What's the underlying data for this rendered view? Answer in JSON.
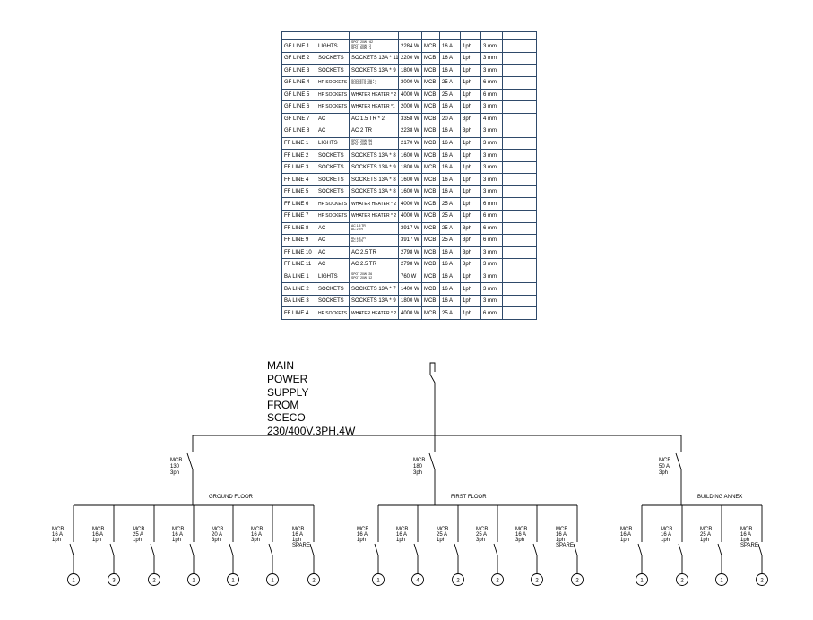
{
  "schedule": {
    "rows": [
      [
        "GF LINE 1",
        "LIGHTS",
        "SPOT 20W * 62\nSPOT 20W * 2\nSPOT 60W * 1",
        "2284 W",
        "MCB",
        "16 A",
        "1ph",
        "3 mm"
      ],
      [
        "GF LINE 2",
        "SOCKETS",
        "SOCKETS 13A * 11",
        "2200 W",
        "MCB",
        "16 A",
        "1ph",
        "3 mm"
      ],
      [
        "GF LINE 3",
        "SOCKETS",
        "SOCKETS 13A * 9",
        "1800 W",
        "MCB",
        "16 A",
        "1ph",
        "3 mm"
      ],
      [
        "GF LINE 4",
        "HP SOCKETS",
        "SOCKETS 13A * 4\nSOCKETS 20A * 2",
        "3000 W",
        "MCB",
        "25 A",
        "1ph",
        "6 mm"
      ],
      [
        "GF LINE 5",
        "HP SOCKETS",
        "WHATER HEATER * 2",
        "4000 W",
        "MCB",
        "25 A",
        "1ph",
        "6 mm"
      ],
      [
        "GF LINE 6",
        "HP SOCKETS",
        "WHATER HEATER *1",
        "2000 W",
        "MCB",
        "16 A",
        "1ph",
        "3 mm"
      ],
      [
        "GF LINE 7",
        "AC",
        "AC 1.5 TR * 2",
        "3358 W",
        "MCB",
        "20 A",
        "3ph",
        "4 mm"
      ],
      [
        "GF LINE 8",
        "AC",
        "AC 2 TR",
        "2238 W",
        "MCB",
        "16 A",
        "3ph",
        "3 mm"
      ],
      [
        "FF LINE 1",
        "LIGHTS",
        "SPOT 20W *96\nSPOT 20W *14",
        "2170 W",
        "MCB",
        "16 A",
        "1ph",
        "3 mm"
      ],
      [
        "FF LINE 2",
        "SOCKETS",
        "SOCKETS 13A * 8",
        "1600 W",
        "MCB",
        "16 A",
        "1ph",
        "3 mm"
      ],
      [
        "FF LINE 3",
        "SOCKETS",
        "SOCKETS 13A * 9",
        "1800 W",
        "MCB",
        "16 A",
        "1ph",
        "3 mm"
      ],
      [
        "FF LINE 4",
        "SOCKETS",
        "SOCKETS 13A * 8",
        "1600 W",
        "MCB",
        "16 A",
        "1ph",
        "3 mm"
      ],
      [
        "FF LINE 5",
        "SOCKETS",
        "SOCKETS 13A * 8",
        "1600 W",
        "MCB",
        "16 A",
        "1ph",
        "3 mm"
      ],
      [
        "FF LINE 6",
        "HP SOCKETS",
        "WHATER HEATER * 2",
        "4000 W",
        "MCB",
        "25 A",
        "1ph",
        "6 mm"
      ],
      [
        "FF LINE 7",
        "HP SOCKETS",
        "WHATER HEATER * 2",
        "4000 W",
        "MCB",
        "25 A",
        "1ph",
        "6 mm"
      ],
      [
        "FF LINE 8",
        "AC",
        "AC 1.5 TR\nAC 2 TR",
        "3917 W",
        "MCB",
        "25 A",
        "3ph",
        "6 mm"
      ],
      [
        "FF LINE 9",
        "AC",
        "AC 1.5 TR\nAC 2 TR",
        "3917 W",
        "MCB",
        "25 A",
        "3ph",
        "6 mm"
      ],
      [
        "FF LINE 10",
        "AC",
        "AC 2.5 TR",
        "2798 W",
        "MCB",
        "16 A",
        "3ph",
        "3 mm"
      ],
      [
        "FF LINE 11",
        "AC",
        "AC 2.5 TR",
        "2798 W",
        "MCB",
        "16 A",
        "3ph",
        "3 mm"
      ],
      [
        "BA LINE 1",
        "LIGHTS",
        "SPOT 20W *26\nSPOT 20W *12",
        "760 W",
        "MCB",
        "16 A",
        "1ph",
        "3 mm"
      ],
      [
        "BA LINE 2",
        "SOCKETS",
        "SOCKETS 13A * 7",
        "1400 W",
        "MCB",
        "16 A",
        "1ph",
        "3 mm"
      ],
      [
        "BA LINE 3",
        "SOCKETS",
        "SOCKETS 13A * 9",
        "1800 W",
        "MCB",
        "16 A",
        "1ph",
        "3 mm"
      ],
      [
        "FF LINE 4",
        "HP SOCKETS",
        "WHATER HEATER * 2",
        "4000 W",
        "MCB",
        "25 A",
        "1ph",
        "6 mm"
      ]
    ]
  },
  "supply": {
    "lines": [
      "MAIN",
      "POWER",
      "SUPPLY",
      "FROM",
      "SCECO",
      "230/400V,3PH,4W"
    ]
  },
  "main_breakers": [
    {
      "type": "MCB",
      "rating": "130",
      "phase": "3ph"
    },
    {
      "type": "MCB",
      "rating": "180",
      "phase": "3ph"
    },
    {
      "type": "MCB",
      "rating": "50 A",
      "phase": "3ph"
    }
  ],
  "panels": [
    {
      "name": "GROUND FLOOR",
      "feeders": [
        {
          "type": "MCB",
          "rating": "16 A",
          "phase": "1ph",
          "spare": "",
          "circuits": "1"
        },
        {
          "type": "MCB",
          "rating": "16 A",
          "phase": "1ph",
          "spare": "",
          "circuits": "3"
        },
        {
          "type": "MCB",
          "rating": "25 A",
          "phase": "1ph",
          "spare": "",
          "circuits": "2"
        },
        {
          "type": "MCB",
          "rating": "16 A",
          "phase": "1ph",
          "spare": "",
          "circuits": "1"
        },
        {
          "type": "MCB",
          "rating": "20 A",
          "phase": "3ph",
          "spare": "",
          "circuits": "1"
        },
        {
          "type": "MCB",
          "rating": "16 A",
          "phase": "3ph",
          "spare": "",
          "circuits": "1"
        },
        {
          "type": "MCB",
          "rating": "16 A",
          "phase": "1ph",
          "spare": "SPARE",
          "circuits": "2"
        }
      ]
    },
    {
      "name": "FIRST FLOOR",
      "feeders": [
        {
          "type": "MCB",
          "rating": "16 A",
          "phase": "1ph",
          "spare": "",
          "circuits": "1"
        },
        {
          "type": "MCB",
          "rating": "16 A",
          "phase": "1ph",
          "spare": "",
          "circuits": "4"
        },
        {
          "type": "MCB",
          "rating": "25 A",
          "phase": "1ph",
          "spare": "",
          "circuits": "2"
        },
        {
          "type": "MCB",
          "rating": "25 A",
          "phase": "3ph",
          "spare": "",
          "circuits": "2"
        },
        {
          "type": "MCB",
          "rating": "16 A",
          "phase": "3ph",
          "spare": "",
          "circuits": "2"
        },
        {
          "type": "MCB",
          "rating": "16 A",
          "phase": "1ph",
          "spare": "SPARE",
          "circuits": "2"
        }
      ]
    },
    {
      "name": "BUILDING ANNEX",
      "feeders": [
        {
          "type": "MCB",
          "rating": "16 A",
          "phase": "1ph",
          "spare": "",
          "circuits": "1"
        },
        {
          "type": "MCB",
          "rating": "16 A",
          "phase": "1ph",
          "spare": "",
          "circuits": "2"
        },
        {
          "type": "MCB",
          "rating": "25 A",
          "phase": "1ph",
          "spare": "",
          "circuits": "1"
        },
        {
          "type": "MCB",
          "rating": "16 A",
          "phase": "1ph",
          "spare": "SPARE",
          "circuits": "2"
        }
      ]
    }
  ]
}
